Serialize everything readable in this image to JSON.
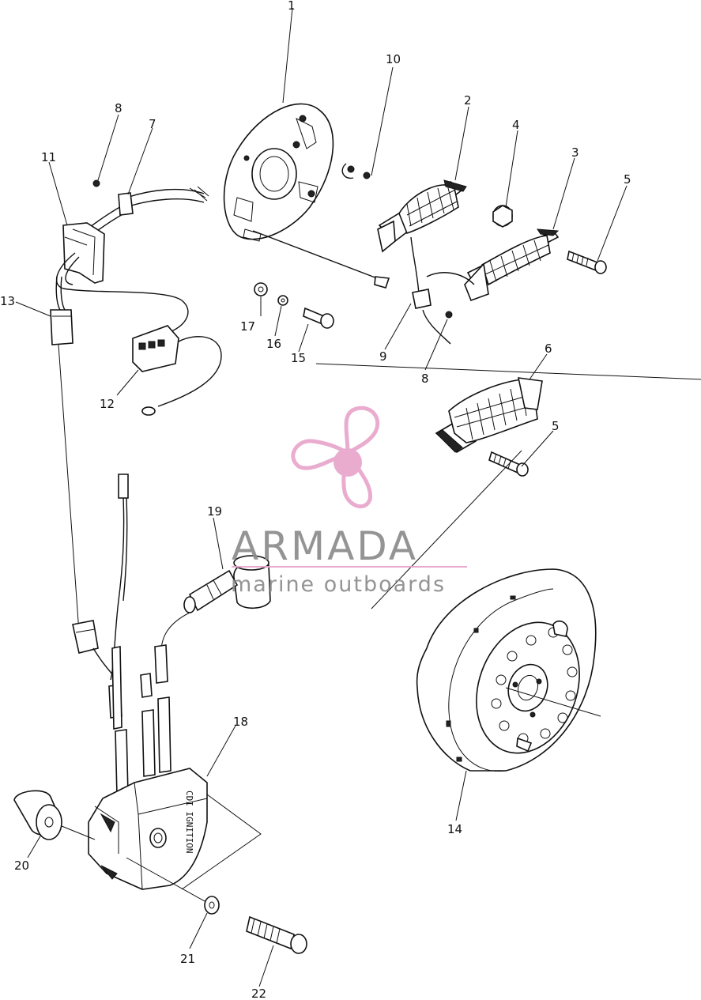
{
  "diagram": {
    "callouts": [
      {
        "id": "c1",
        "label": "1"
      },
      {
        "id": "c2",
        "label": "2"
      },
      {
        "id": "c3",
        "label": "3"
      },
      {
        "id": "c4",
        "label": "4"
      },
      {
        "id": "c5a",
        "label": "5"
      },
      {
        "id": "c5b",
        "label": "5"
      },
      {
        "id": "c6",
        "label": "6"
      },
      {
        "id": "c7",
        "label": "7"
      },
      {
        "id": "c8a",
        "label": "8"
      },
      {
        "id": "c8b",
        "label": "8"
      },
      {
        "id": "c9",
        "label": "9"
      },
      {
        "id": "c10",
        "label": "10"
      },
      {
        "id": "c11",
        "label": "11"
      },
      {
        "id": "c12",
        "label": "12"
      },
      {
        "id": "c13",
        "label": "13"
      },
      {
        "id": "c14",
        "label": "14"
      },
      {
        "id": "c15",
        "label": "15"
      },
      {
        "id": "c16",
        "label": "16"
      },
      {
        "id": "c17",
        "label": "17"
      },
      {
        "id": "c18",
        "label": "18"
      },
      {
        "id": "c19",
        "label": "19"
      },
      {
        "id": "c20",
        "label": "20"
      },
      {
        "id": "c21",
        "label": "21"
      },
      {
        "id": "c22",
        "label": "22"
      }
    ],
    "cdi_stamp": "CDI IGNITION"
  },
  "watermark": {
    "title": "ARMADA",
    "subtitle": "marine outboards",
    "accent_color": "#e8a6cc",
    "text_color": "#8c8c8c"
  }
}
